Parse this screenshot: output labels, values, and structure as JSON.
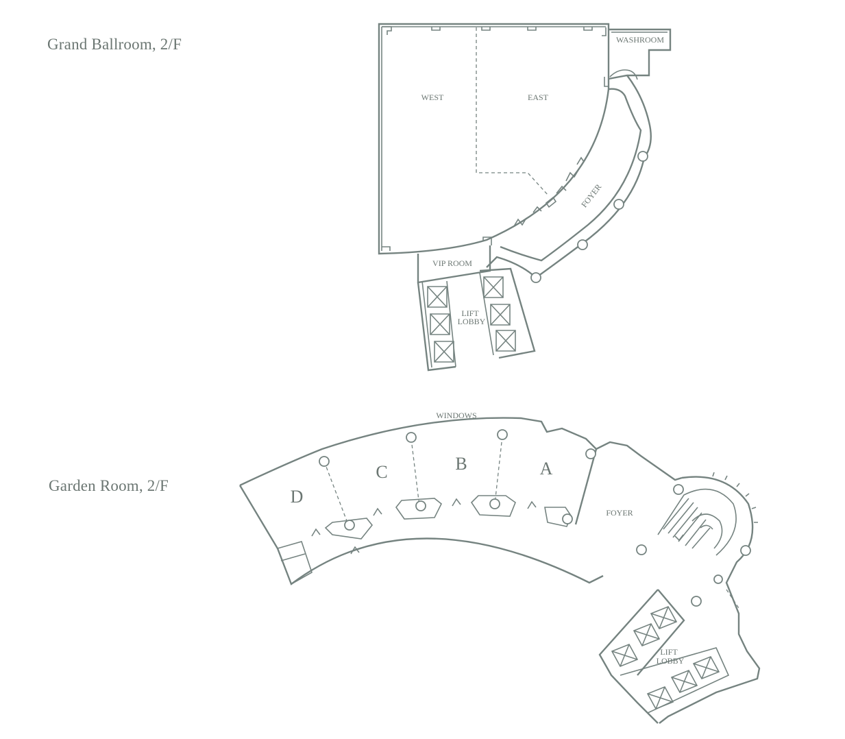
{
  "titles": {
    "ballroom": "Grand Ballroom, 2/F",
    "garden": "Garden Room, 2/F"
  },
  "ballroom": {
    "labels": {
      "washroom": "WASHROOM",
      "west": "WEST",
      "east": "EAST",
      "foyer": "FOYER",
      "vip_room": "VIP ROOM",
      "lift_line1": "LIFT",
      "lift_line2": "LOBBY"
    }
  },
  "garden": {
    "labels": {
      "windows": "WINDOWS",
      "room_d": "D",
      "room_c": "C",
      "room_b": "B",
      "room_a": "A",
      "foyer": "FOYER",
      "lift_line1": "LIFT",
      "lift_line2": "LOBBY"
    }
  }
}
